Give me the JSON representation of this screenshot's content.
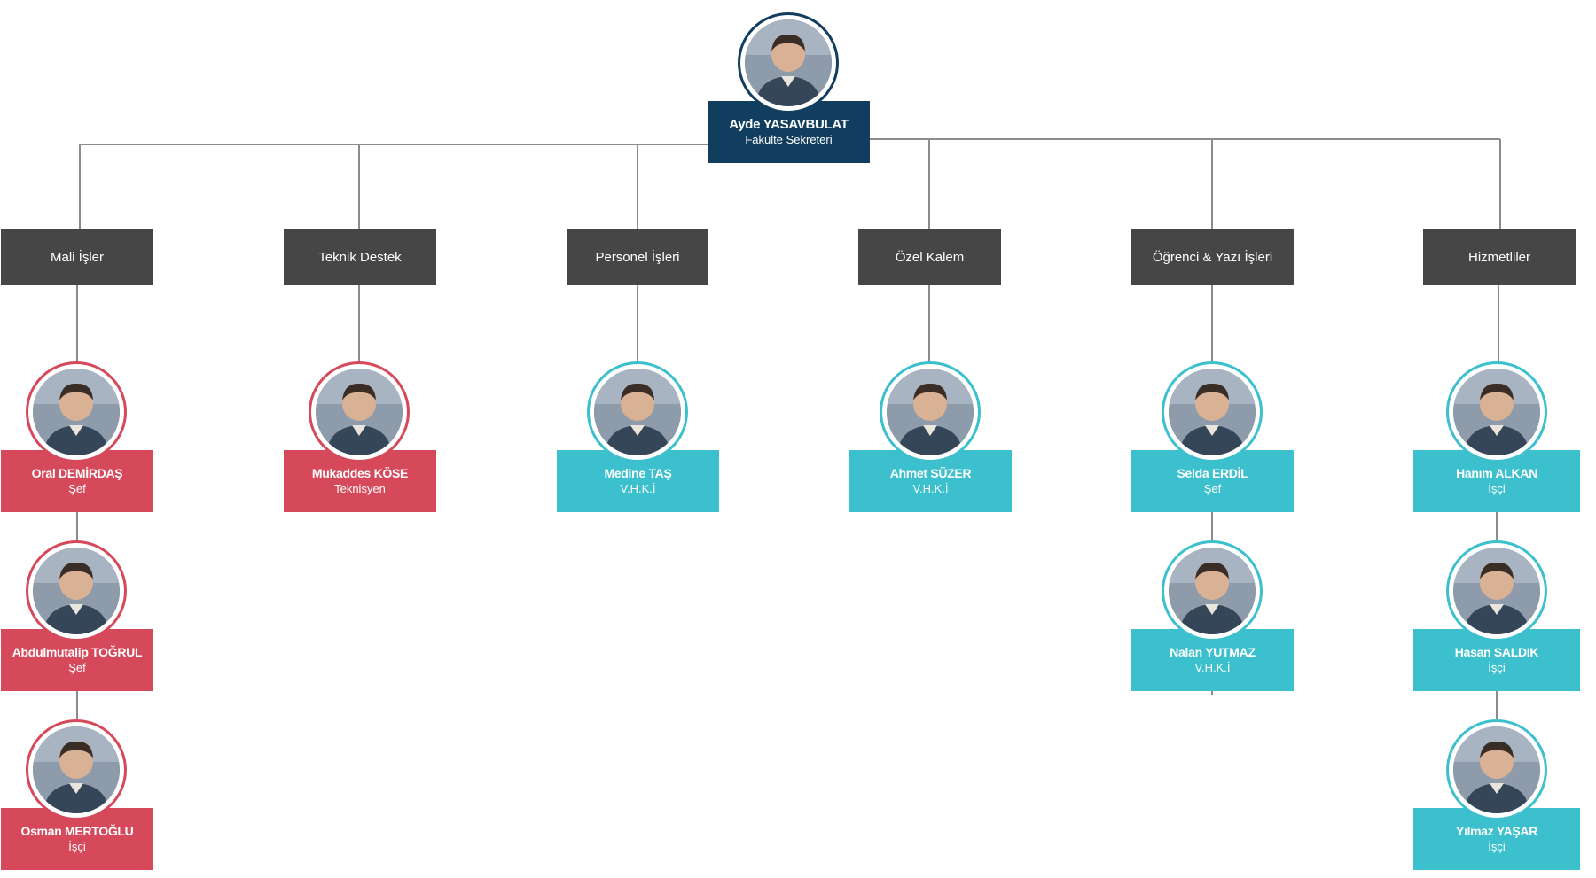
{
  "colors": {
    "navy": "#113e5f",
    "red": "#d6495b",
    "teal": "#3cc0ce",
    "dept": "#464646",
    "line": "#8c8c8c"
  },
  "head": {
    "name": "Ayde YASAVBULAT",
    "title": "Fakülte Sekreteri",
    "icon": "person-photo"
  },
  "departments": [
    {
      "label": "Mali İşler",
      "members": [
        {
          "name": "Oral DEMİRDAŞ",
          "title": "Şef",
          "icon": "person-photo"
        },
        {
          "name": "Abdulmutalip TOĞRUL",
          "title": "Şef",
          "icon": "person-photo"
        },
        {
          "name": "Osman MERTOĞLU",
          "title": "İşçi",
          "icon": "person-photo"
        }
      ]
    },
    {
      "label": "Teknik Destek",
      "members": [
        {
          "name": "Mukaddes KÖSE",
          "title": "Teknisyen",
          "icon": "person-photo"
        }
      ]
    },
    {
      "label": "Personel İşleri",
      "members": [
        {
          "name": "Medine TAŞ",
          "title": "V.H.K.İ",
          "icon": "person-photo"
        }
      ]
    },
    {
      "label": "Özel Kalem",
      "members": [
        {
          "name": "Ahmet SÜZER",
          "title": "V.H.K.İ",
          "icon": "person-photo"
        }
      ]
    },
    {
      "label": "Öğrenci & Yazı İşleri",
      "members": [
        {
          "name": "Selda ERDİL",
          "title": "Şef",
          "icon": "person-photo"
        },
        {
          "name": "Nalan YUTMAZ",
          "title": "V.H.K.İ",
          "icon": "person-photo"
        }
      ]
    },
    {
      "label": "Hizmetliler",
      "members": [
        {
          "name": "Hanım ALKAN",
          "title": "İşçi",
          "icon": "person-photo"
        },
        {
          "name": "Hasan SALDIK",
          "title": "İşçi",
          "icon": "person-photo"
        },
        {
          "name": "Yılmaz YAŞAR",
          "title": "İşçi",
          "icon": "person-photo"
        }
      ]
    }
  ]
}
